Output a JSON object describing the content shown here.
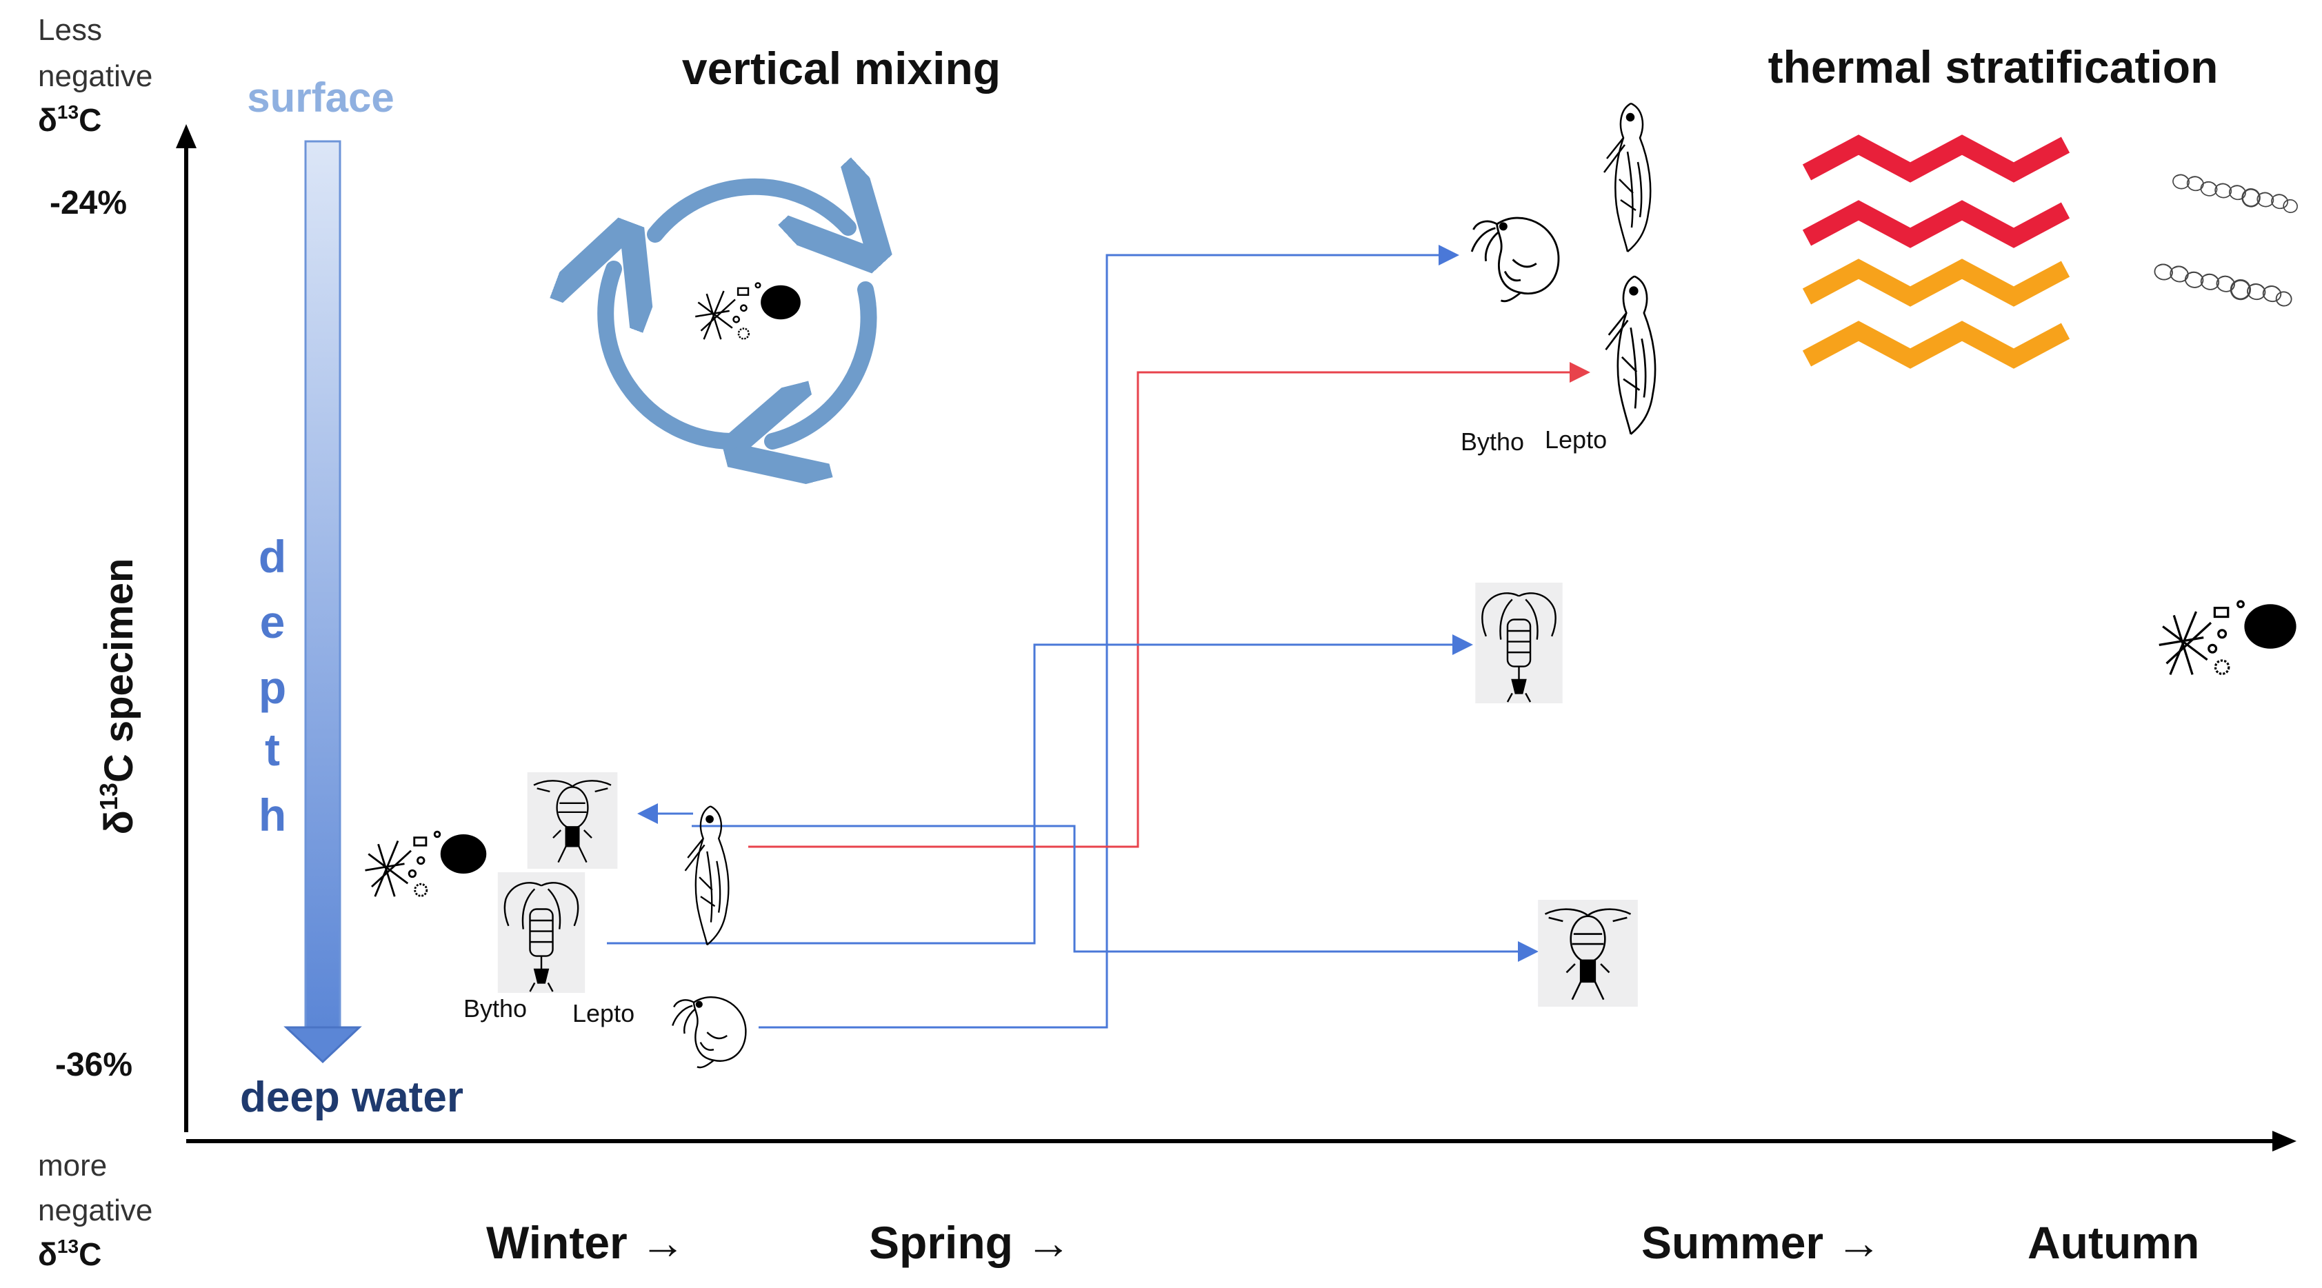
{
  "corner_labels": {
    "top": [
      "Less",
      "negative"
    ],
    "top_isotope": "δ13C",
    "bottom": [
      "more",
      "negative"
    ],
    "bottom_isotope": "δ13C"
  },
  "y_axis": {
    "title": "δ13C specimen",
    "tick_top": "-24%",
    "tick_bottom": "-36%"
  },
  "depth_arrow": {
    "top_label": "surface",
    "letters": [
      "d",
      "e",
      "p",
      "t",
      "h"
    ],
    "bottom_label": "deep water"
  },
  "headings": {
    "mixing": "vertical mixing",
    "stratification": "thermal stratification"
  },
  "seasons": [
    "Winter →",
    "Spring →",
    "Summer →",
    "Autumn"
  ],
  "winter_labels": {
    "bytho": "Bytho",
    "lepto": "Lepto"
  },
  "summer_labels": {
    "bytho": "Bytho",
    "lepto": "Lepto"
  },
  "colors": {
    "axis": "#000000",
    "depth_light": "#dce6f7",
    "depth_dark": "#5b86d6",
    "depth_text": "#4f79cf",
    "surface_text": "#8fb0e0",
    "deep_text": "#1f3a6e",
    "mixing_cycle": "#6f9ccb",
    "flow_blue": "#4a78d8",
    "flow_red": "#e8434c",
    "strat_warm": "#e8203a",
    "strat_mid": "#f7a21b"
  },
  "icons": {
    "particle_cluster": "particulate-organic-matter-icon",
    "copepod": "copepod-icon",
    "daphnia": "daphnia-icon",
    "leptodora": "leptodora-icon",
    "bythotrephes": "bythotrephes-icon",
    "diatom_chain": "diatom-chain-icon"
  }
}
